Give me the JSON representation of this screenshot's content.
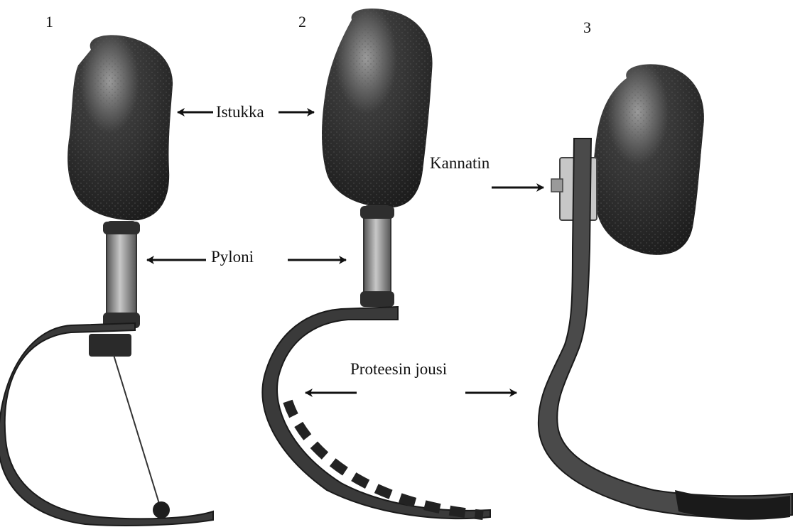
{
  "panel_numbers": [
    "1",
    "2",
    "3"
  ],
  "labels": {
    "socket": "Istukka",
    "pylon": "Pyloni",
    "bracket": "Kannatin",
    "spring": "Proteesin jousi"
  },
  "colors": {
    "socket": "#2b2b2b",
    "socket_highlight": "#9a9a9a",
    "metal": "#8c8c8c",
    "blade": "#3a3a3a",
    "arrow": "#111111"
  },
  "icons": {
    "arrow": "double-headed-pointer-arrow",
    "prosthesis": "running-blade-prosthesis"
  }
}
